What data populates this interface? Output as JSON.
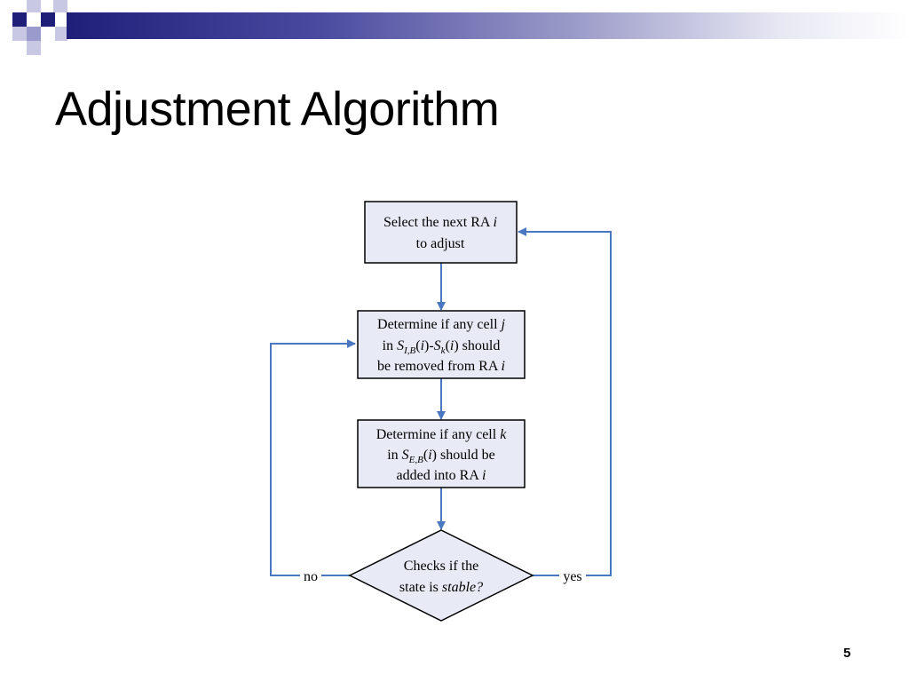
{
  "slide": {
    "title": "Adjustment Algorithm",
    "page_number": "5"
  },
  "flowchart": {
    "box1": {
      "line1_pre": "Select the next RA ",
      "line1_var": "i",
      "line2": "to adjust"
    },
    "box2": {
      "line1_pre": "Determine if any cell ",
      "line1_var": "j",
      "line2_in": "in ",
      "line2_s1": "S",
      "line2_s1_sub": "I,B",
      "line2_open1": "(",
      "line2_i1": "i",
      "line2_mid": ")-",
      "line2_s2": "S",
      "line2_s2_sub": "k",
      "line2_open2": "(",
      "line2_i2": "i",
      "line2_end": ") should",
      "line3_pre": "be removed from RA ",
      "line3_var": "i"
    },
    "box3": {
      "line1_pre": "Determine if any cell ",
      "line1_var": "k",
      "line2_in": "in ",
      "line2_s": "S",
      "line2_sub": "E,B",
      "line2_open": "(",
      "line2_i": "i",
      "line2_end": ") should be",
      "line3_pre": "added into RA ",
      "line3_var": "i"
    },
    "decision": {
      "line1": "Checks if the",
      "line2_pre": "state is ",
      "line2_var": "stable?"
    },
    "label_no": "no",
    "label_yes": "yes"
  },
  "colors": {
    "box_fill": "#e8ebf6",
    "arrow": "#4a78c0",
    "title_bar_dark": "#1f1f7a"
  }
}
